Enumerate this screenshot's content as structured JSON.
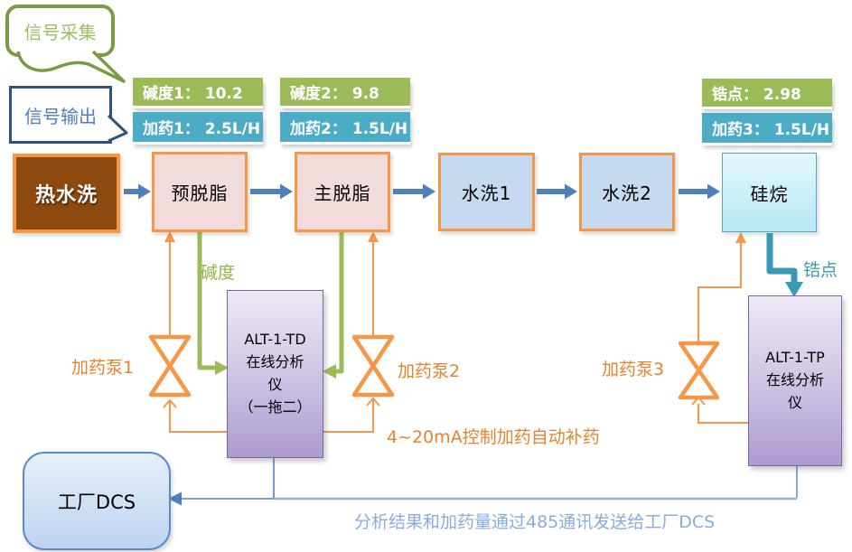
{
  "colors": {
    "flow_blue": "#4F81BD",
    "green": "#9BBB59",
    "teal": "#4BACC6",
    "orange": "#F79646",
    "orange_text": "#E8822D",
    "purple_border": "#8064A2",
    "link_blue": "#95B3D7",
    "rs485_text": "#85ADE0",
    "hot_wash_brown": "#8E4A0E"
  },
  "callouts": {
    "signal_collect": "信号采集",
    "signal_output": "信号输出"
  },
  "readouts": {
    "group1": {
      "param": "碱度1： 10.2",
      "dose": "加药1： 2.5L/H"
    },
    "group2": {
      "param": "碱度2： 9.8",
      "dose": "加药2： 1.5L/H"
    },
    "group3": {
      "param": "锆点： 2.98",
      "dose": "加药3： 1.5L/H"
    }
  },
  "stations": {
    "hot_wash": "热水洗",
    "pre_degrease": "预脱脂",
    "main_degrease": "主脱脂",
    "rinse1": "水洗1",
    "rinse2": "水洗2",
    "silane": "硅烷"
  },
  "analyzers": {
    "td": "ALT-1-TD\n在线分析\n仪\n（一拖二）",
    "tp": "ALT-1-TP\n在线分析\n仪"
  },
  "pumps": {
    "pump1": "加药泵1",
    "pump2": "加药泵2",
    "pump3": "加药泵3"
  },
  "connector_labels": {
    "alkalinity": "碱度",
    "zirconium": "锆点"
  },
  "annotations": {
    "ma_control": "4~20mA控制加药自动补药",
    "rs485": "分析结果和加药量通过485通讯发送给工厂DCS"
  },
  "dcs": {
    "label": "工厂DCS"
  }
}
